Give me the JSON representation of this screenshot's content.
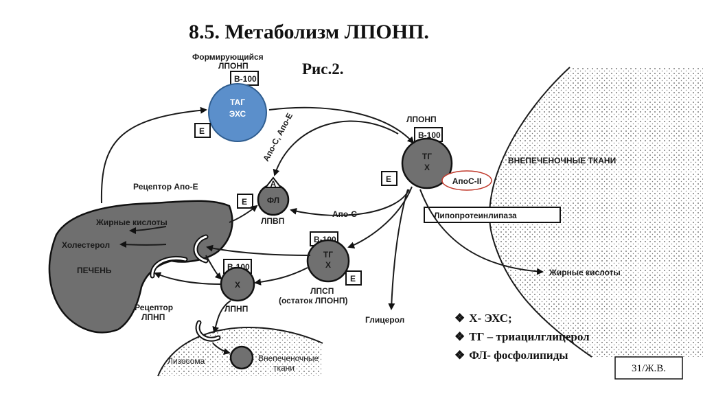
{
  "title": "8.5. Метаболизм ЛПОНП.",
  "figure_label": "Рис.2.",
  "forming_vldl": {
    "label_line1": "Формирующийся",
    "label_line2": "ЛПОНП",
    "apo": "B-100",
    "apo_e": "E",
    "content_line1": "ТАГ",
    "content_line2": "ЭХС"
  },
  "vldl": {
    "label": "ЛПОНП",
    "apo": "B-100",
    "apo_e": "E",
    "content_line1": "ТГ",
    "content_line2": "Х",
    "apoc2": "АпоС-II"
  },
  "hdl": {
    "label": "ЛПВП",
    "apo_a": "A",
    "apo_e": "E",
    "content": "ФЛ"
  },
  "idl": {
    "label_line1": "ЛПСП",
    "label_line2": "(остаток ЛПОНП)",
    "apo": "B-100",
    "apo_e": "E",
    "content_line1": "ТГ",
    "content_line2": "Х"
  },
  "ldl": {
    "label": "ЛПНП",
    "apo": "B-100",
    "content": "Х"
  },
  "liver": {
    "fatty_acids": "Жирные кислоты",
    "cholesterol": "Холестерол",
    "name": "ПЕЧЕНЬ"
  },
  "labels": {
    "apoc_apoe": "Апо-С, Апо-Е",
    "apoc": "Апо-С",
    "apoe_receptor": "Рецептор Апо-Е",
    "ldl_receptor_line1": "Рецептор",
    "ldl_receptor_line2": "ЛПНП",
    "extrahepatic_upper": "ВНЕПЕЧЕНОЧНЫЕ ТКАНИ",
    "lipoprotein_lipase": "Липопротеинлипаза",
    "fatty_acids_out": "Жирные кислоты",
    "glycerol": "Глицерол",
    "lysosome": "Лизосома",
    "extrahepatic_lower_line1": "Внепеченочные",
    "extrahepatic_lower_line2": "ткани"
  },
  "legend": [
    "Х- ЭХС;",
    "ТГ – триацилглицерол",
    "ФЛ- фосфолипиды"
  ],
  "legend_bullet": "❖",
  "page_number": "31/Ж.В.",
  "colors": {
    "forming_particle": "#5b8fcb",
    "particle_fill": "#707070",
    "apoc2_oval_border": "#c0392b"
  }
}
